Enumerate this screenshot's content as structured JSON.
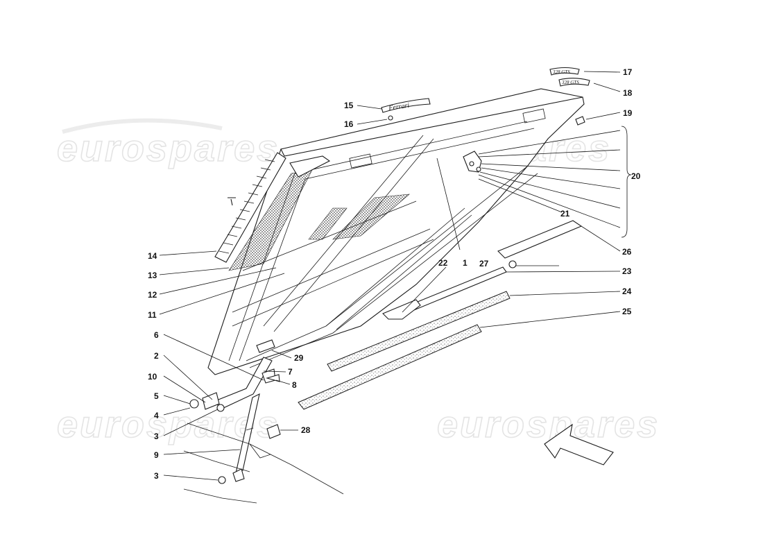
{
  "watermarks": [
    "eurospares",
    "eurospares",
    "eurospares"
  ],
  "badge_script": "Ferrari",
  "emblem_script": "328 GTS",
  "callouts": [
    "1",
    "2",
    "3",
    "3",
    "4",
    "5",
    "6",
    "7",
    "8",
    "9",
    "10",
    "11",
    "12",
    "13",
    "14",
    "15",
    "16",
    "17",
    "18",
    "19",
    "20",
    "21",
    "22",
    "23",
    "24",
    "25",
    "26",
    "27",
    "28",
    "29"
  ],
  "palette": {
    "ink": "#111111",
    "watermark": "#e4e4e4",
    "paper": "#ffffff"
  }
}
